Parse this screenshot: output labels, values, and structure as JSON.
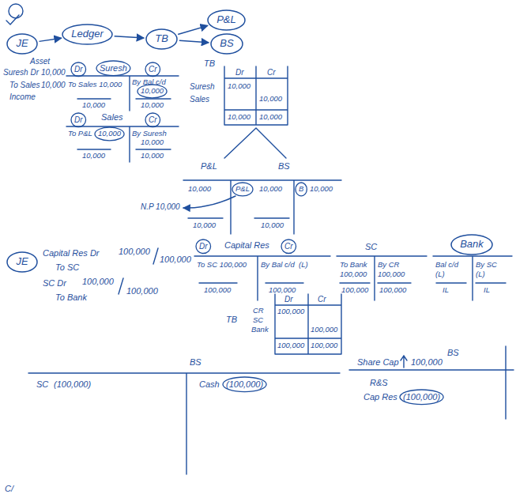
{
  "diagram": {
    "nodes": [
      {
        "text": [
          "JE"
        ]
      },
      {
        "text": [
          "Ledger"
        ]
      },
      {
        "text": [
          "TB"
        ]
      },
      {
        "text": [
          "P&L"
        ]
      },
      {
        "text": [
          "BS"
        ]
      },
      {
        "text": [
          "JE"
        ]
      },
      {
        "text": [
          "Bank"
        ]
      }
    ],
    "edges": [
      {
        "from": 0,
        "to": 1,
        "arrow": "to"
      },
      {
        "from": 1,
        "to": 2,
        "arrow": "to"
      },
      {
        "from": 2,
        "to": 3,
        "arrow": "to"
      },
      {
        "from": 2,
        "to": 4,
        "arrow": "to"
      }
    ],
    "labels": [
      "Asset",
      "Suresh Dr",
      "10,000",
      "To Sales",
      "10,000",
      "Income",
      "Dr",
      "Suresh",
      "Cr",
      "To Sales 10,000",
      "By Bal c/d",
      "10,000",
      "10,000",
      "10,000",
      "Dr",
      "Sales",
      "Cr",
      "To P&L",
      "10,000",
      "By Suresh",
      "10,000",
      "10,000",
      "10,000",
      "TB",
      "Dr",
      "Cr",
      "Suresh",
      "Sales",
      "10,000",
      "10,000",
      "10,000",
      "10,000",
      "P&L",
      "BS",
      "10,000",
      "P&L",
      "10,000",
      "B",
      "10,000",
      "10,000",
      "10,000",
      "N.P 10,000",
      "Capital Res Dr",
      "100,000",
      "100,000",
      "To SC",
      "SC Dr",
      "100,000",
      "100,000",
      "To Bank",
      "Dr",
      "Capital Res",
      "Cr",
      "To SC 100,000",
      "By Bal c/d",
      "(L)",
      "100,000",
      "100,000",
      "SC",
      "To Bank",
      "100,000",
      "By CR",
      "100,000",
      "100,000",
      "100,000",
      "Bal c/d",
      "(L)",
      "By SC",
      "(L)",
      "IL",
      "IL",
      "Dr",
      "Cr",
      "TB",
      "CR",
      "SC",
      "Bank",
      "100,000",
      "100,000",
      "100,000",
      "100,000",
      "BS",
      "BS",
      "SC",
      "(100,000)",
      "Cash",
      "(100,000)",
      "Share Cap",
      "100,000",
      "R&S",
      "Cap Res",
      "(100,000)",
      "C/"
    ]
  }
}
